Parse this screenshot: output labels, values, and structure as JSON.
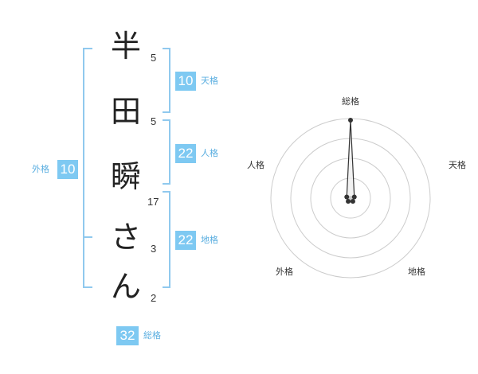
{
  "name_chars": [
    {
      "char": "半",
      "strokes": "5"
    },
    {
      "char": "田",
      "strokes": "5"
    },
    {
      "char": "瞬",
      "strokes": "17"
    },
    {
      "char": "さ",
      "strokes": "3"
    },
    {
      "char": "ん",
      "strokes": "2"
    }
  ],
  "scores": {
    "tenkaku": {
      "value": "10",
      "label": "天格"
    },
    "jinkaku": {
      "value": "22",
      "label": "人格"
    },
    "chikaku": {
      "value": "22",
      "label": "地格"
    },
    "gaikaku": {
      "value": "10",
      "label": "外格"
    },
    "soukaku": {
      "value": "32",
      "label": "総格"
    }
  },
  "radar": {
    "axes": [
      "総格",
      "天格",
      "地格",
      "外格",
      "人格"
    ],
    "levels": [
      5,
      1,
      1,
      1,
      1
    ],
    "max": 5,
    "colors": {
      "ring": "#cccccc",
      "fill": "#eeeeee",
      "stroke": "#333333",
      "point": "#333333",
      "center": "#cccccc"
    }
  },
  "colors": {
    "bracket": "#90c9ee",
    "score_box": "#7ec9f2",
    "score_label": "#5aaee0"
  }
}
